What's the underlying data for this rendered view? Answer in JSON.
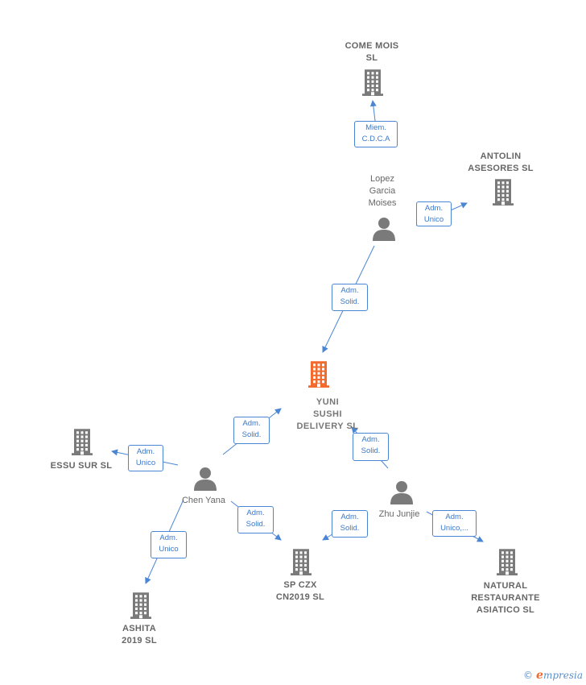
{
  "colors": {
    "edge": "#4a86d4",
    "company": "#7a7a7a",
    "main_company": "#f26a2e",
    "person": "#7a7a7a"
  },
  "nodes": {
    "yuni": {
      "label": "YUNI\nSUSHI\nDELIVERY  SL",
      "icon": "building-icon"
    },
    "come_mois": {
      "label": "COME MOIS\nSL",
      "icon": "building-icon"
    },
    "antolin": {
      "label": "ANTOLIN\nASESORES  SL",
      "icon": "building-icon"
    },
    "lopez": {
      "label": "Lopez\nGarcia\nMoises",
      "icon": "person-icon"
    },
    "essu": {
      "label": "ESSU SUR  SL",
      "icon": "building-icon"
    },
    "chen": {
      "label": "Chen Yana",
      "icon": "person-icon"
    },
    "zhu": {
      "label": "Zhu Junjie",
      "icon": "person-icon"
    },
    "ashita": {
      "label": "ASHITA\n2019  SL",
      "icon": "building-icon"
    },
    "spczx": {
      "label": "SP CZX\nCN2019  SL",
      "icon": "building-icon"
    },
    "natural": {
      "label": "NATURAL\nRESTAURANTE\nASIATICO  SL",
      "icon": "building-icon"
    }
  },
  "edges": [
    {
      "from": "lopez",
      "to": "come_mois",
      "label": "Miem.\nC.D.C.A"
    },
    {
      "from": "lopez",
      "to": "antolin",
      "label": "Adm.\nUnico"
    },
    {
      "from": "lopez",
      "to": "yuni",
      "label": "Adm.\nSolid."
    },
    {
      "from": "chen",
      "to": "yuni",
      "label": "Adm.\nSolid."
    },
    {
      "from": "chen",
      "to": "essu",
      "label": "Adm.\nUnico"
    },
    {
      "from": "chen",
      "to": "ashita",
      "label": "Adm.\nUnico"
    },
    {
      "from": "chen",
      "to": "spczx",
      "label": "Adm.\nSolid."
    },
    {
      "from": "zhu",
      "to": "yuni",
      "label": "Adm.\nSolid."
    },
    {
      "from": "zhu",
      "to": "spczx",
      "label": "Adm.\nSolid."
    },
    {
      "from": "zhu",
      "to": "natural",
      "label": "Adm.\nUnico,..."
    }
  ],
  "footer": {
    "copyright_symbol": "©",
    "brand_initial": "e",
    "brand_rest": "mpresia"
  }
}
